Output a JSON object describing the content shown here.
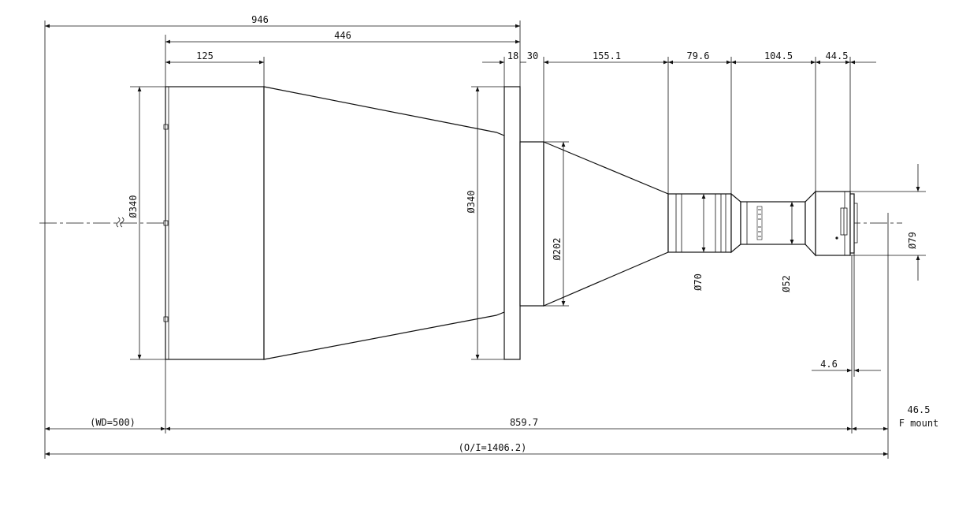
{
  "dimensions": {
    "total_front": "946",
    "hood_to_flange": "446",
    "hood_length": "125",
    "flange_thickness": "18",
    "flange_step": "30",
    "cone_length": "155.1",
    "barrel_length": "79.6",
    "mid_section": "104.5",
    "rear_section": "44.5",
    "dia_front": "Ø340",
    "dia_flange": "Ø340",
    "dia_step": "Ø202",
    "dia_barrel": "Ø70",
    "dia_mid": "Ø52",
    "dia_rear": "Ø79",
    "mount_offset": "4.6",
    "back_focus": "46.5",
    "mount_label": "F mount",
    "working_distance": "(WD=500)",
    "lens_length": "859.7",
    "object_to_image": "(O/I=1406.2)"
  }
}
